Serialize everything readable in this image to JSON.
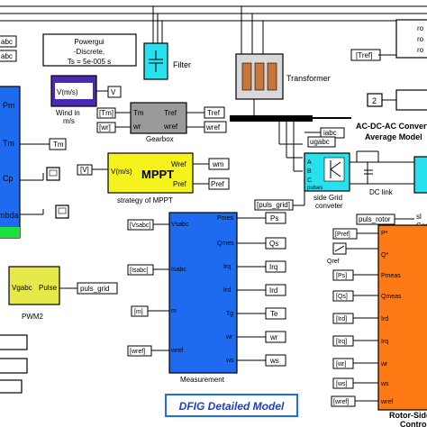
{
  "powergui": {
    "line1": "Powergui",
    "line2": "-Discrete,",
    "line3": "Ts = 5e-005 s"
  },
  "labels": {
    "filter": "Filter",
    "transformer": "Transformer",
    "wind": "Wind in",
    "wind2": "m/s",
    "gearbox": "Gearbox",
    "mppt_caption": "strategy of MPPT",
    "measurement": "Measurement",
    "pwm2": "PWM2",
    "acdc1": "AC-DC-AC Convert",
    "acdc2": "Average Model",
    "dc_link": "DC link",
    "side_grid1": "side Grid",
    "side_grid2": "conveter",
    "rotor_side1": "Rotor-Side",
    "rotor_side2": "Contro",
    "title": "DFIG  Detailed Model",
    "right_cut1": "ro",
    "right_cut2": "ro",
    "right_cut3": "ro",
    "sl": "sl",
    "con": "Con",
    "left_top1": "abc",
    "left_top2": "abc"
  },
  "turbine_ports": [
    "Pm",
    "Tm",
    "Cp",
    "mbda"
  ],
  "wind_block": "V(m/s)",
  "gearbox_ports": {
    "in": [
      "Tm",
      "wr"
    ],
    "out": [
      "Tref",
      "wref"
    ]
  },
  "mppt": {
    "in": "V(m/s)",
    "name": "MPPT",
    "out": [
      "Wref",
      "Pref"
    ]
  },
  "measurement_in": [
    "Vsabc",
    "Isabc",
    "m",
    "wref"
  ],
  "measurement_out": [
    "Pmes",
    "Qmes",
    "Irq",
    "Ird",
    "Tg",
    "wr",
    "ws"
  ],
  "rotor_in": [
    "P*",
    "Q*",
    "Pmeas",
    "Qmeas",
    "Ird",
    "Irq",
    "wr",
    "ws",
    "wref"
  ],
  "pwm": {
    "in": "Vgabc",
    "out": "Pulse"
  },
  "side_grid_ports": [
    "A",
    "B",
    "C",
    "pulses"
  ],
  "constant": "2",
  "tags": {
    "V": "V",
    "Tm": "Tm",
    "Tm_in": "[Tm]",
    "wr_in": "[wr]",
    "Tref": "Tref",
    "wref": "wref",
    "V_in": "[V]",
    "wm": "wm",
    "Pref": "Pref",
    "Tref_top": "[Tref]",
    "iabc": "iabc",
    "ugabc": "ugabc",
    "puls_grid_in": "[puls_grid]",
    "puls_rotor": "puls_rotor",
    "Vsabc": "[Vsabc]",
    "Isabc": "[Isabc]",
    "m": "[m]",
    "wref_in": "[wref]",
    "Ps": "Ps",
    "Qs": "Qs",
    "Irq": "Irq",
    "Ird": "Ird",
    "Te": "Te",
    "wr": "wr",
    "ws": "ws",
    "puls_grid": "puls_grid",
    "Pref_in": "[Pref]",
    "Qref": "Qref",
    "Ps_in": "[Ps]",
    "Qs_in": "[Qs]",
    "Ird_in": "[Ird]",
    "Irq_in": "[Irq]",
    "wr_in2": "[wr]",
    "ws_in": "[ws]",
    "wref_in2": "[wref]"
  },
  "colors": {
    "cyan": "#27e2ee",
    "yellow": "#f5f21c",
    "purple": "#4a2bb5",
    "blue": "#1e6bf0",
    "orange": "#ff7a14",
    "gray": "#9a9a9a",
    "olive": "#e7e84a",
    "green": "#1de23b"
  }
}
